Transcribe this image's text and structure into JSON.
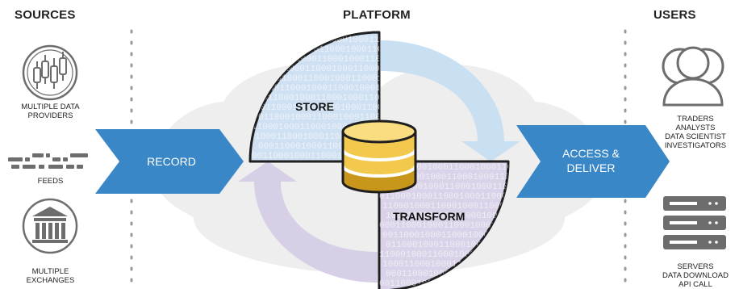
{
  "headers": {
    "sources": "SOURCES",
    "platform": "PLATFORM",
    "users": "USERS"
  },
  "sources": {
    "providers": {
      "icon": "candlestick-chart-icon",
      "label_line1": "MULTIPLE DATA",
      "label_line2": "PROVIDERS"
    },
    "feeds": {
      "icon": "feed-lines-icon",
      "label": "FEEDS"
    },
    "exchanges": {
      "icon": "bank-building-icon",
      "label_line1": "MULTIPLE",
      "label_line2": "EXCHANGES"
    }
  },
  "arrows": {
    "record": "RECORD",
    "access_line1": "ACCESS &",
    "access_line2": "DELIVER"
  },
  "platform": {
    "store": "STORE",
    "transform": "TRANSFORM",
    "binary_text": "10001100010001100010001100010001100010001"
  },
  "users": {
    "people": {
      "icon": "users-group-icon",
      "lines": [
        "TRADERS",
        "ANALYSTS",
        "DATA SCIENTIST",
        "INVESTIGATORS"
      ]
    },
    "servers": {
      "icon": "server-rack-icon",
      "lines": [
        "SERVERS",
        "DATA DOWNLOAD",
        "API CALL"
      ]
    }
  },
  "colors": {
    "arrow_blue": "#3a87c8",
    "store_fill": "#cfe0f2",
    "transform_fill": "#d9d2e8",
    "cloud": "#eeeeee",
    "icon_gray": "#6d6d6d",
    "db_yellow_light": "#f6d36b",
    "db_yellow_dark": "#c99a1e"
  }
}
